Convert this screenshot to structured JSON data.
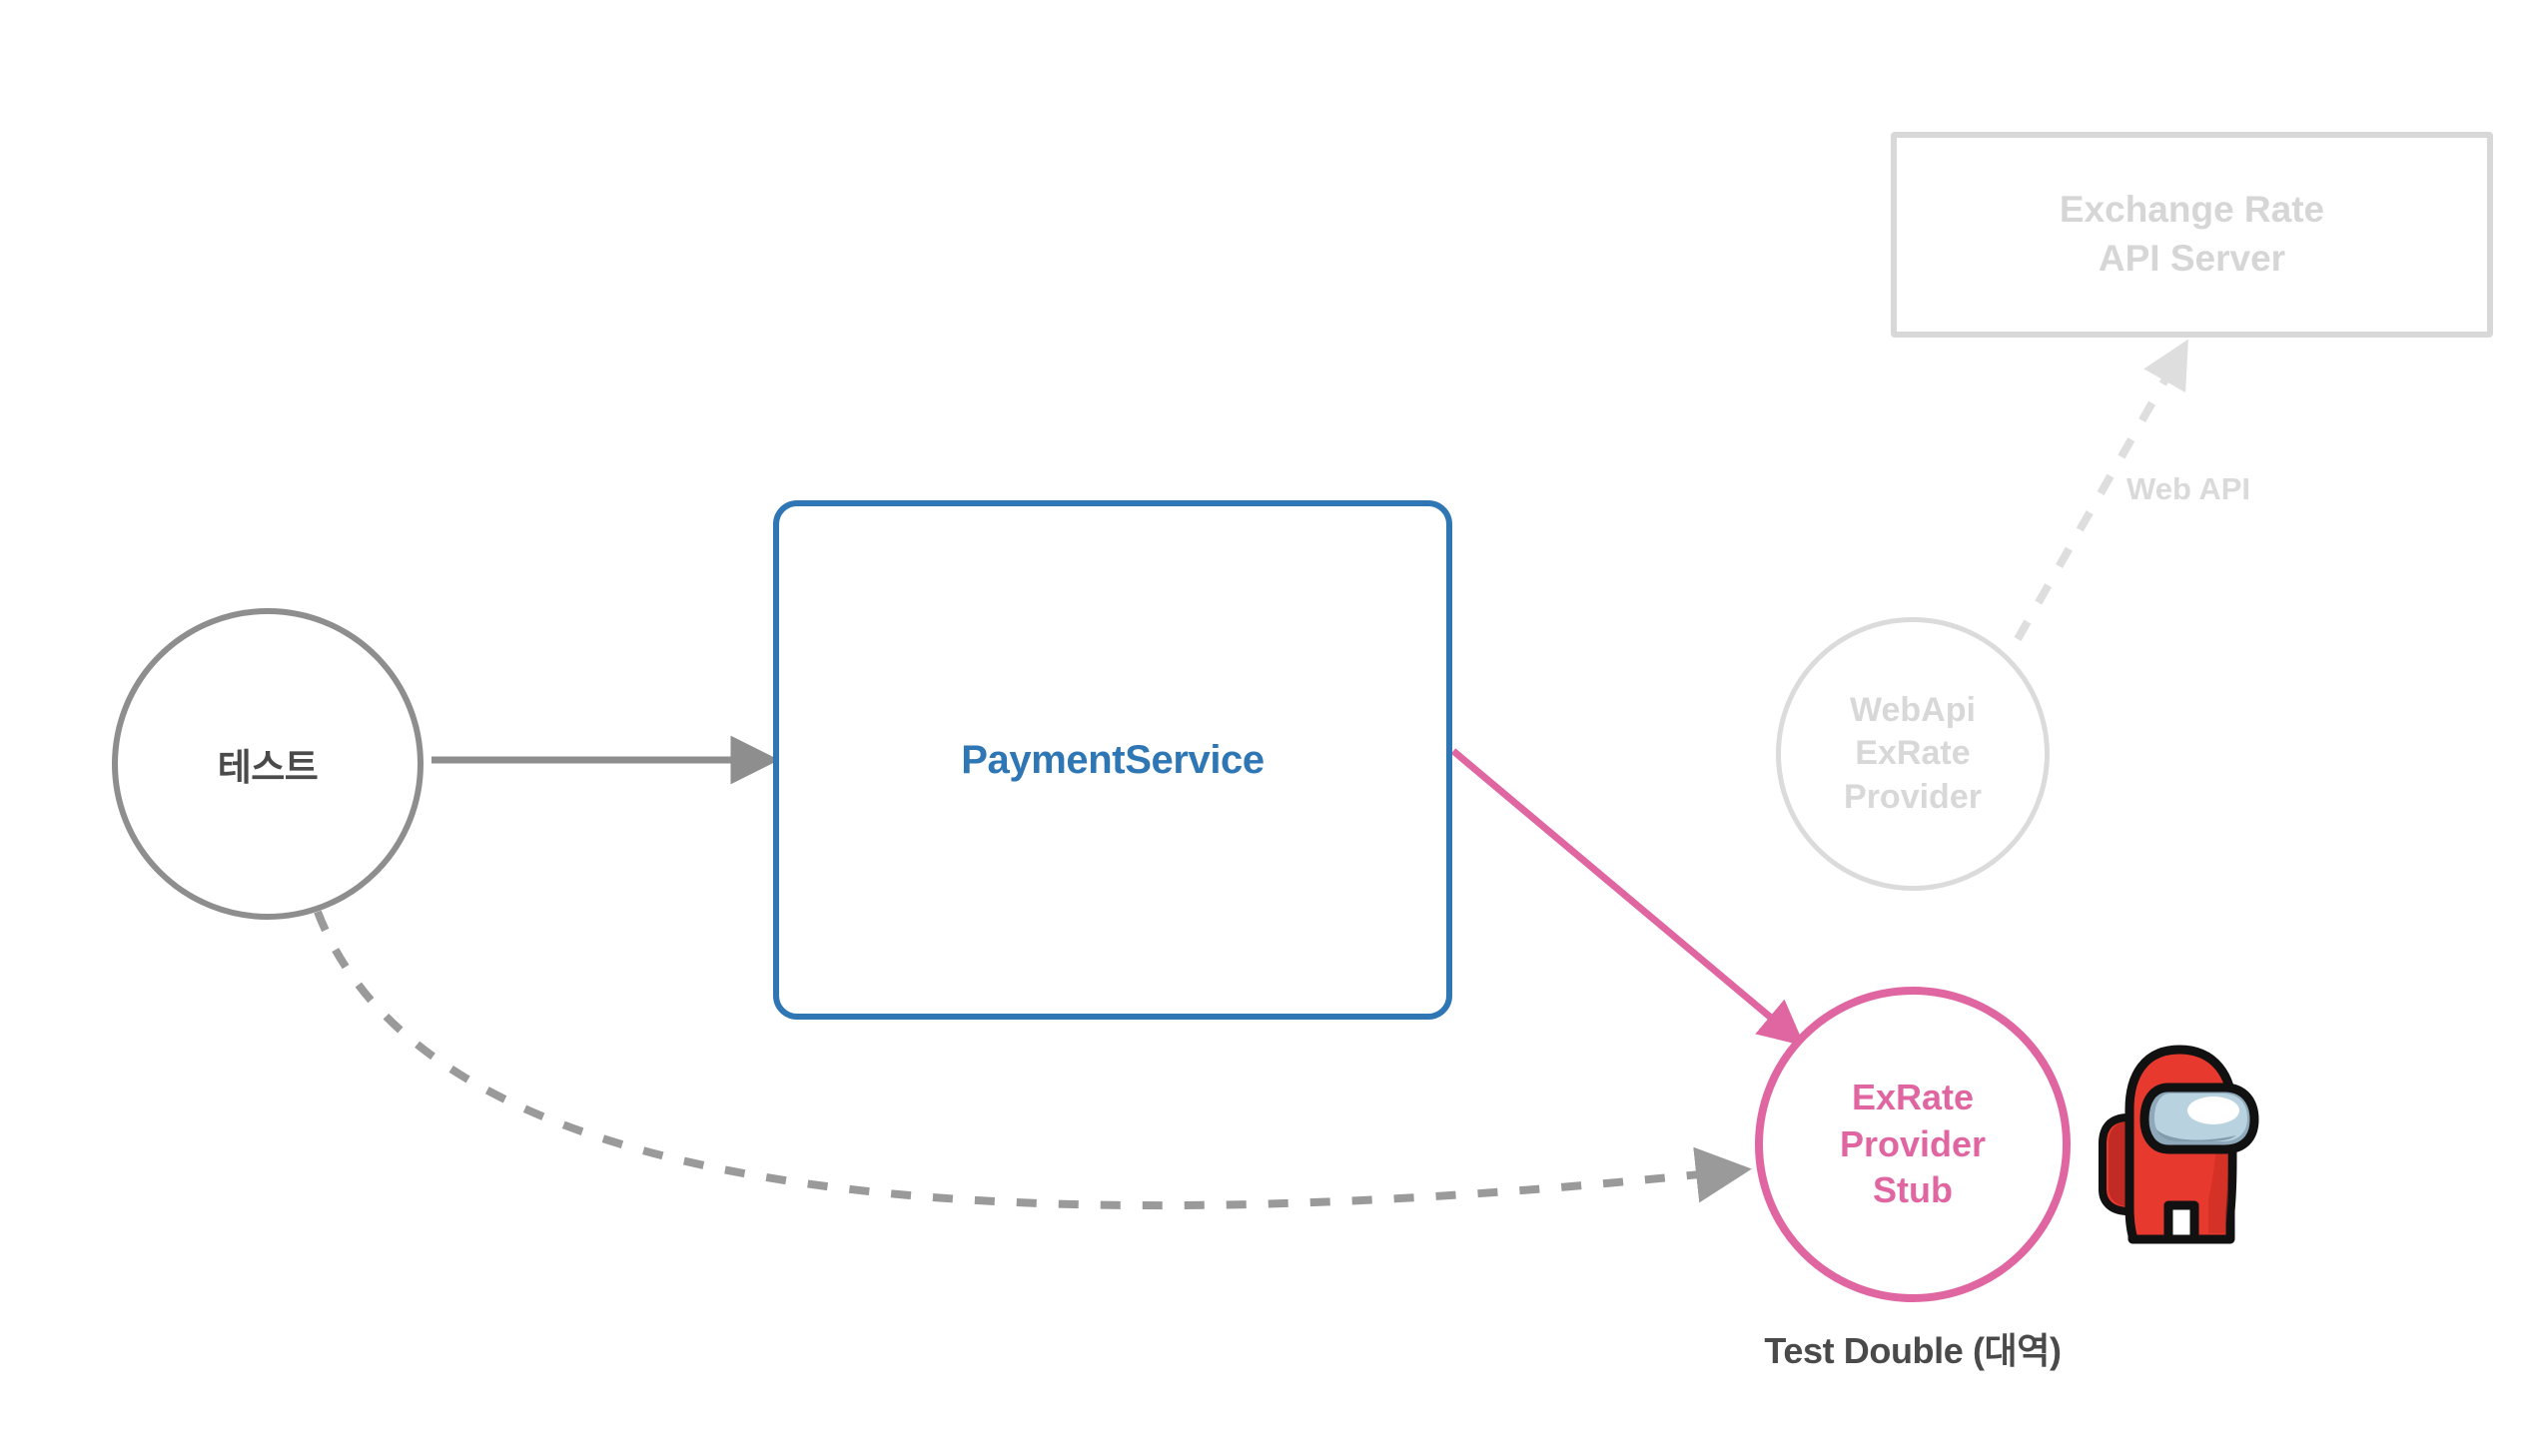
{
  "diagram": {
    "type": "architecture-test-double-diagram",
    "background_color": "#ffffff",
    "nodes": [
      {
        "id": "test",
        "label": "테스트",
        "shape": "circle",
        "role": "test-actor",
        "border_color": "#8e8e8e",
        "text_color": "#4a4a4a",
        "faded": false
      },
      {
        "id": "payment-service",
        "label": "PaymentService",
        "shape": "rounded-rect",
        "role": "system-under-test",
        "border_color": "#2f76b4",
        "text_color": "#2f76b4",
        "faded": false
      },
      {
        "id": "exchange-rate-api-server",
        "label": "Exchange Rate\nAPI Server",
        "label_line1": "Exchange Rate",
        "label_line2": "API Server",
        "shape": "rect",
        "role": "external-system",
        "border_color": "#d8d8d8",
        "text_color": "#d6d6d6",
        "faded": true
      },
      {
        "id": "webapi-exrate-provider",
        "label": "WebApi\nExRate\nProvider",
        "label_line1": "WebApi",
        "label_line2": "ExRate",
        "label_line3": "Provider",
        "shape": "circle",
        "role": "real-dependency-bypassed",
        "border_color": "#dbdbdb",
        "text_color": "#d8d8d8",
        "faded": true
      },
      {
        "id": "exrate-provider-stub",
        "label": "ExRate\nProvider\nStub",
        "label_line1": "ExRate",
        "label_line2": "Provider",
        "label_line3": "Stub",
        "shape": "circle",
        "role": "test-double",
        "border_color": "#e066a1",
        "text_color": "#e066a1",
        "faded": false
      }
    ],
    "edges": [
      {
        "id": "test-to-payment-service",
        "from": "test",
        "to": "payment-service",
        "style": "solid",
        "color": "#8e8e8e",
        "label": ""
      },
      {
        "id": "payment-service-to-stub",
        "from": "payment-service",
        "to": "exrate-provider-stub",
        "style": "solid",
        "color": "#e066a1",
        "label": ""
      },
      {
        "id": "test-to-stub",
        "from": "test",
        "to": "exrate-provider-stub",
        "style": "dashed",
        "color": "#9a9a9a",
        "label": ""
      },
      {
        "id": "webapi-provider-to-api-server",
        "from": "webapi-exrate-provider",
        "to": "exchange-rate-api-server",
        "style": "dashed",
        "color": "#dedede",
        "label": "Web API"
      }
    ],
    "captions": [
      {
        "id": "test-double-caption",
        "text": "Test Double (대역)",
        "color": "#4a4a4a"
      }
    ],
    "mascot": {
      "id": "among-us-crewmate",
      "name": "among-us-crewmate",
      "body_color": "#e8392e",
      "body_shadow_color": "#c22b23",
      "visor_color": "#b8cedd",
      "visor_highlight_color": "#ffffff",
      "visor_shadow_color": "#7b95a6",
      "outline_color": "#111111"
    },
    "colors": {
      "accent_pink": "#e066a1",
      "accent_blue": "#2f76b4",
      "neutral_gray": "#8e8e8e",
      "faded_gray": "#d8d8d8",
      "text_dark": "#4a4a4a"
    }
  }
}
